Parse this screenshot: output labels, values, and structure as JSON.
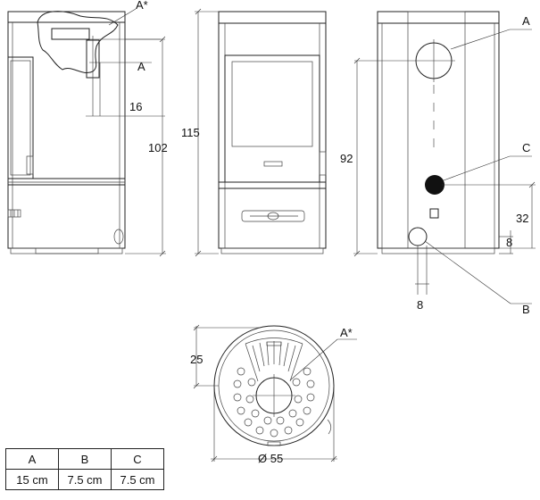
{
  "side_view": {
    "label_a_star": "A*",
    "label_a": "A",
    "dim_offset": "16",
    "dim_height": "102"
  },
  "front_view": {
    "dim_height": "115"
  },
  "rear_view": {
    "label_a": "A",
    "label_c": "C",
    "label_b": "B",
    "dim_a_height": "92",
    "dim_c_height": "32",
    "dim_b_height": "8",
    "dim_b_offset": "8"
  },
  "top_view": {
    "label_a_star": "A*",
    "dim_depth": "25",
    "dim_diameter": "Ø 55"
  },
  "table": {
    "headers": [
      "A",
      "B",
      "C"
    ],
    "values": [
      "15 cm",
      "7.5 cm",
      "7.5 cm"
    ]
  }
}
